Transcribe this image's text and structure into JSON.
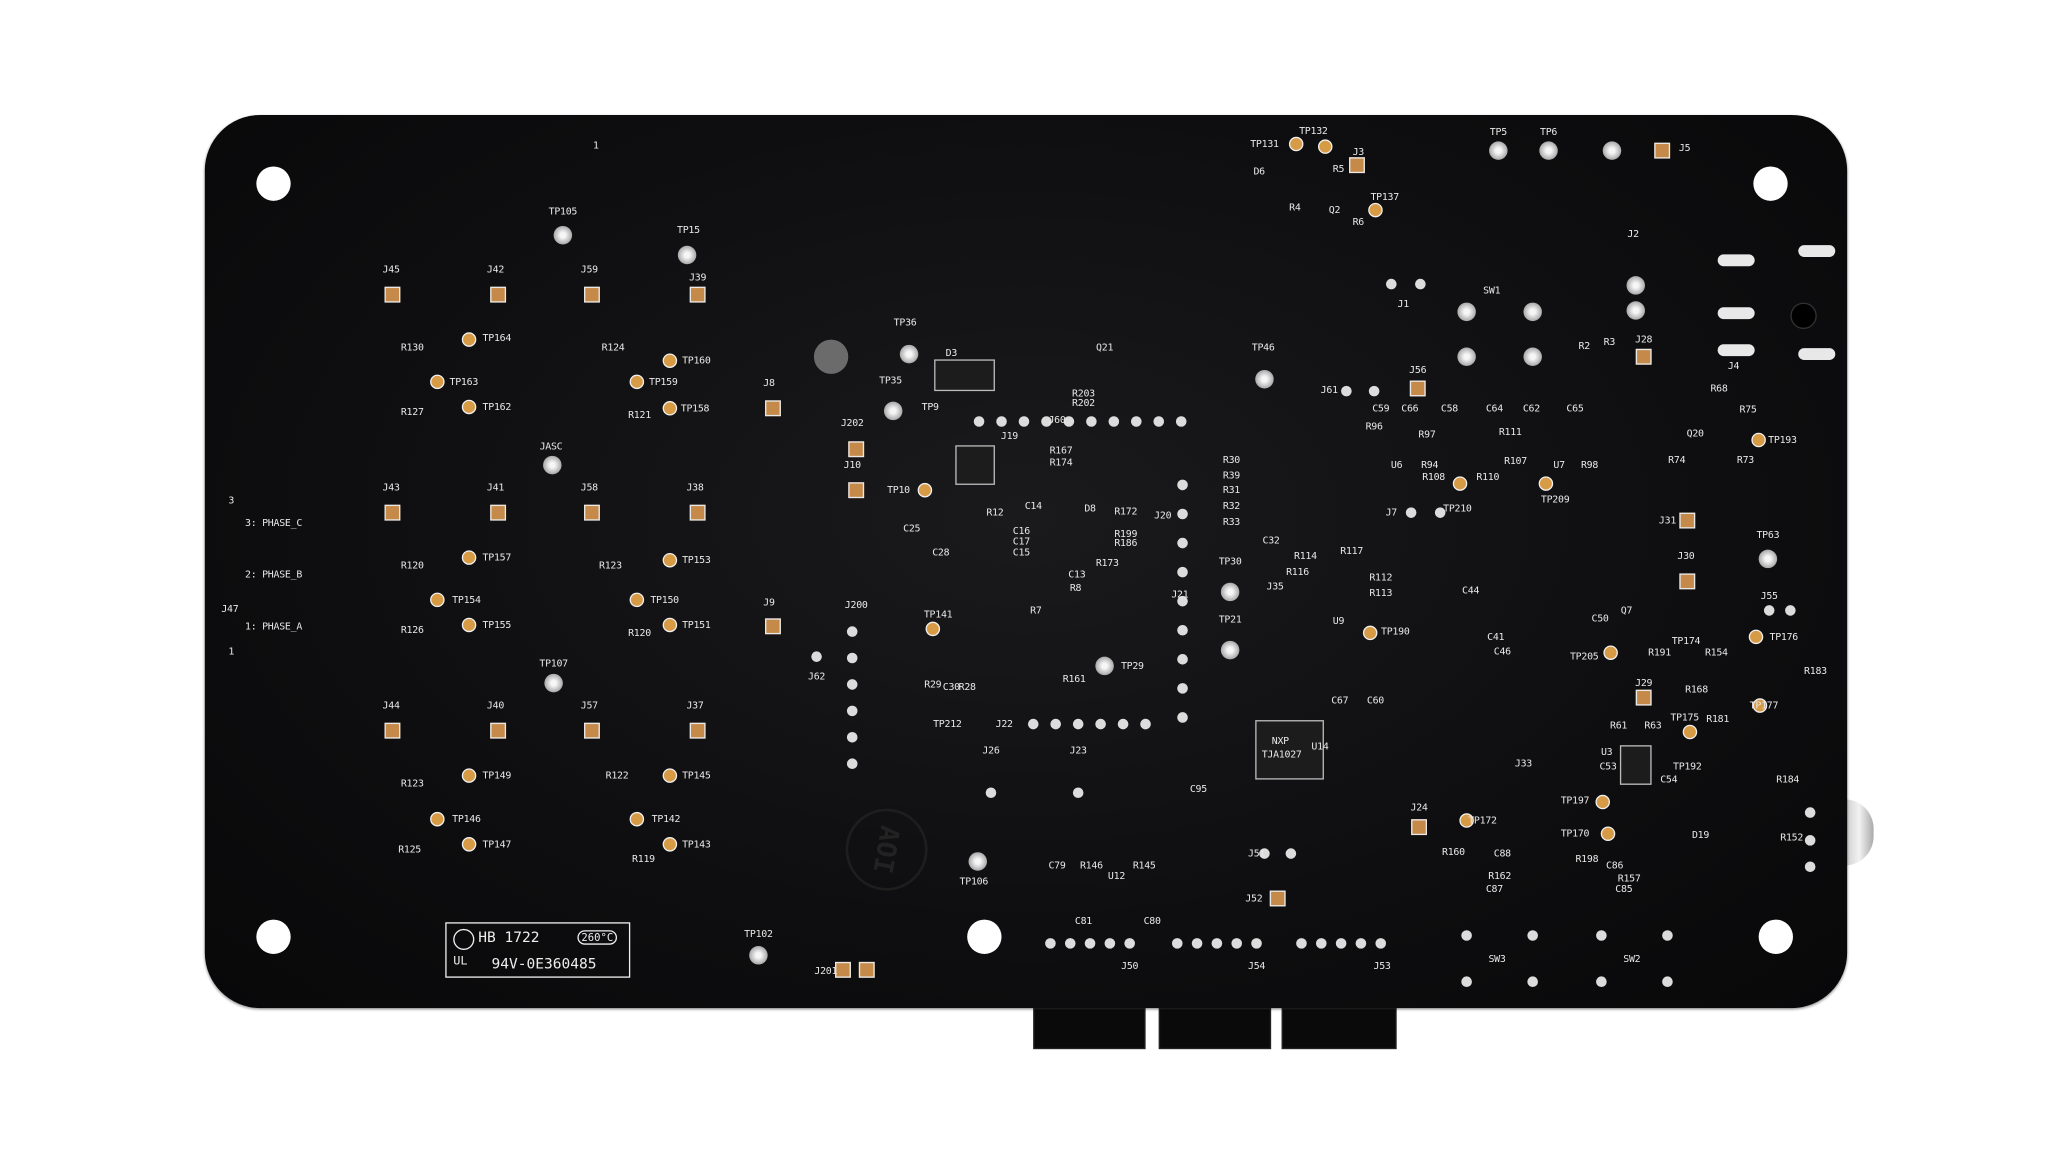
{
  "silkscreen": [
    "1",
    "TP105",
    "TP15",
    "J45",
    "J42",
    "J59",
    "J39",
    "R130",
    "TP164",
    "R124",
    "TP160",
    "TP163",
    "TP159",
    "R127",
    "TP162",
    "R121",
    "TP158",
    "JASC",
    "J43",
    "J41",
    "J58",
    "J38",
    "3",
    "3: PHASE_C",
    "2: PHASE_B",
    "J47",
    "1: PHASE_A",
    "1",
    "R120",
    "TP157",
    "R123",
    "TP153",
    "TP154",
    "TP150",
    "R126",
    "TP155",
    "R120",
    "TP151",
    "TP107",
    "J44",
    "J40",
    "J57",
    "J37",
    "R123",
    "TP149",
    "R122",
    "TP145",
    "TP146",
    "TP142",
    "R125",
    "TP147",
    "R119",
    "TP143",
    "TP102",
    "J201",
    "J8",
    "J9",
    "J202",
    "J10",
    "J200",
    "J62",
    "TP36",
    "TP35",
    "D3",
    "TP9",
    "J19",
    "J60",
    "TP10",
    "C25",
    "C28",
    "R12",
    "C14",
    "D8",
    "R167",
    "R174",
    "R172",
    "R199",
    "R186",
    "R173",
    "C16",
    "C17",
    "C15",
    "C13",
    "R8",
    "TP141",
    "R7",
    "J21",
    "TP30",
    "TP21",
    "TP29",
    "R161",
    "R29",
    "C30",
    "R28",
    "TP212",
    "J22",
    "J26",
    "J23",
    "TP46",
    "Q21",
    "R203",
    "R202",
    "J20",
    "R30",
    "R39",
    "R31",
    "R32",
    "R33",
    "C32",
    "R114",
    "R116",
    "R117",
    "R112",
    "R113",
    "J35",
    "U9",
    "TP190",
    "C67",
    "C60",
    "U14",
    "TJA1027",
    "C95",
    "J51",
    "J52",
    "J24",
    "TP172",
    "C88",
    "R160",
    "R162",
    "C87",
    "C79",
    "R146",
    "R145",
    "U12",
    "C81",
    "C80",
    "TP106",
    "J50",
    "J54",
    "J53",
    "SW3",
    "SW2",
    "TP131",
    "TP132",
    "J3",
    "D6",
    "R5",
    "R4",
    "Q2",
    "R6",
    "TP137",
    "TP5",
    "TP6",
    "J5",
    "J1",
    "SW1",
    "J2",
    "J4",
    "R2",
    "R3",
    "J28",
    "J61",
    "J56",
    "C59",
    "C66",
    "C58",
    "C64",
    "C62",
    "C65",
    "R96",
    "R97",
    "R111",
    "R94",
    "R107",
    "U6",
    "U7",
    "R98",
    "R108",
    "R110",
    "TP210",
    "TP209",
    "J7",
    "R68",
    "R75",
    "Q20",
    "TP193",
    "R74",
    "R73",
    "J31",
    "TP63",
    "J30",
    "J55",
    "TP176",
    "R183",
    "TP177",
    "R184",
    "TP174",
    "TP205",
    "R191",
    "R154",
    "R168",
    "J29",
    "TP175",
    "R181",
    "TP192",
    "U3",
    "R61",
    "R63",
    "C53",
    "C54",
    "TP197",
    "TP170",
    "R198",
    "C86",
    "R157",
    "C85",
    "D19",
    "R152",
    "C44",
    "C41",
    "C46",
    "J33",
    "C50",
    "Q7",
    "NXP"
  ],
  "ul_mark": {
    "rating": "HB  1722",
    "temp": "260°C",
    "code": "94V-0E360485"
  },
  "aoi_mark": "AOI"
}
